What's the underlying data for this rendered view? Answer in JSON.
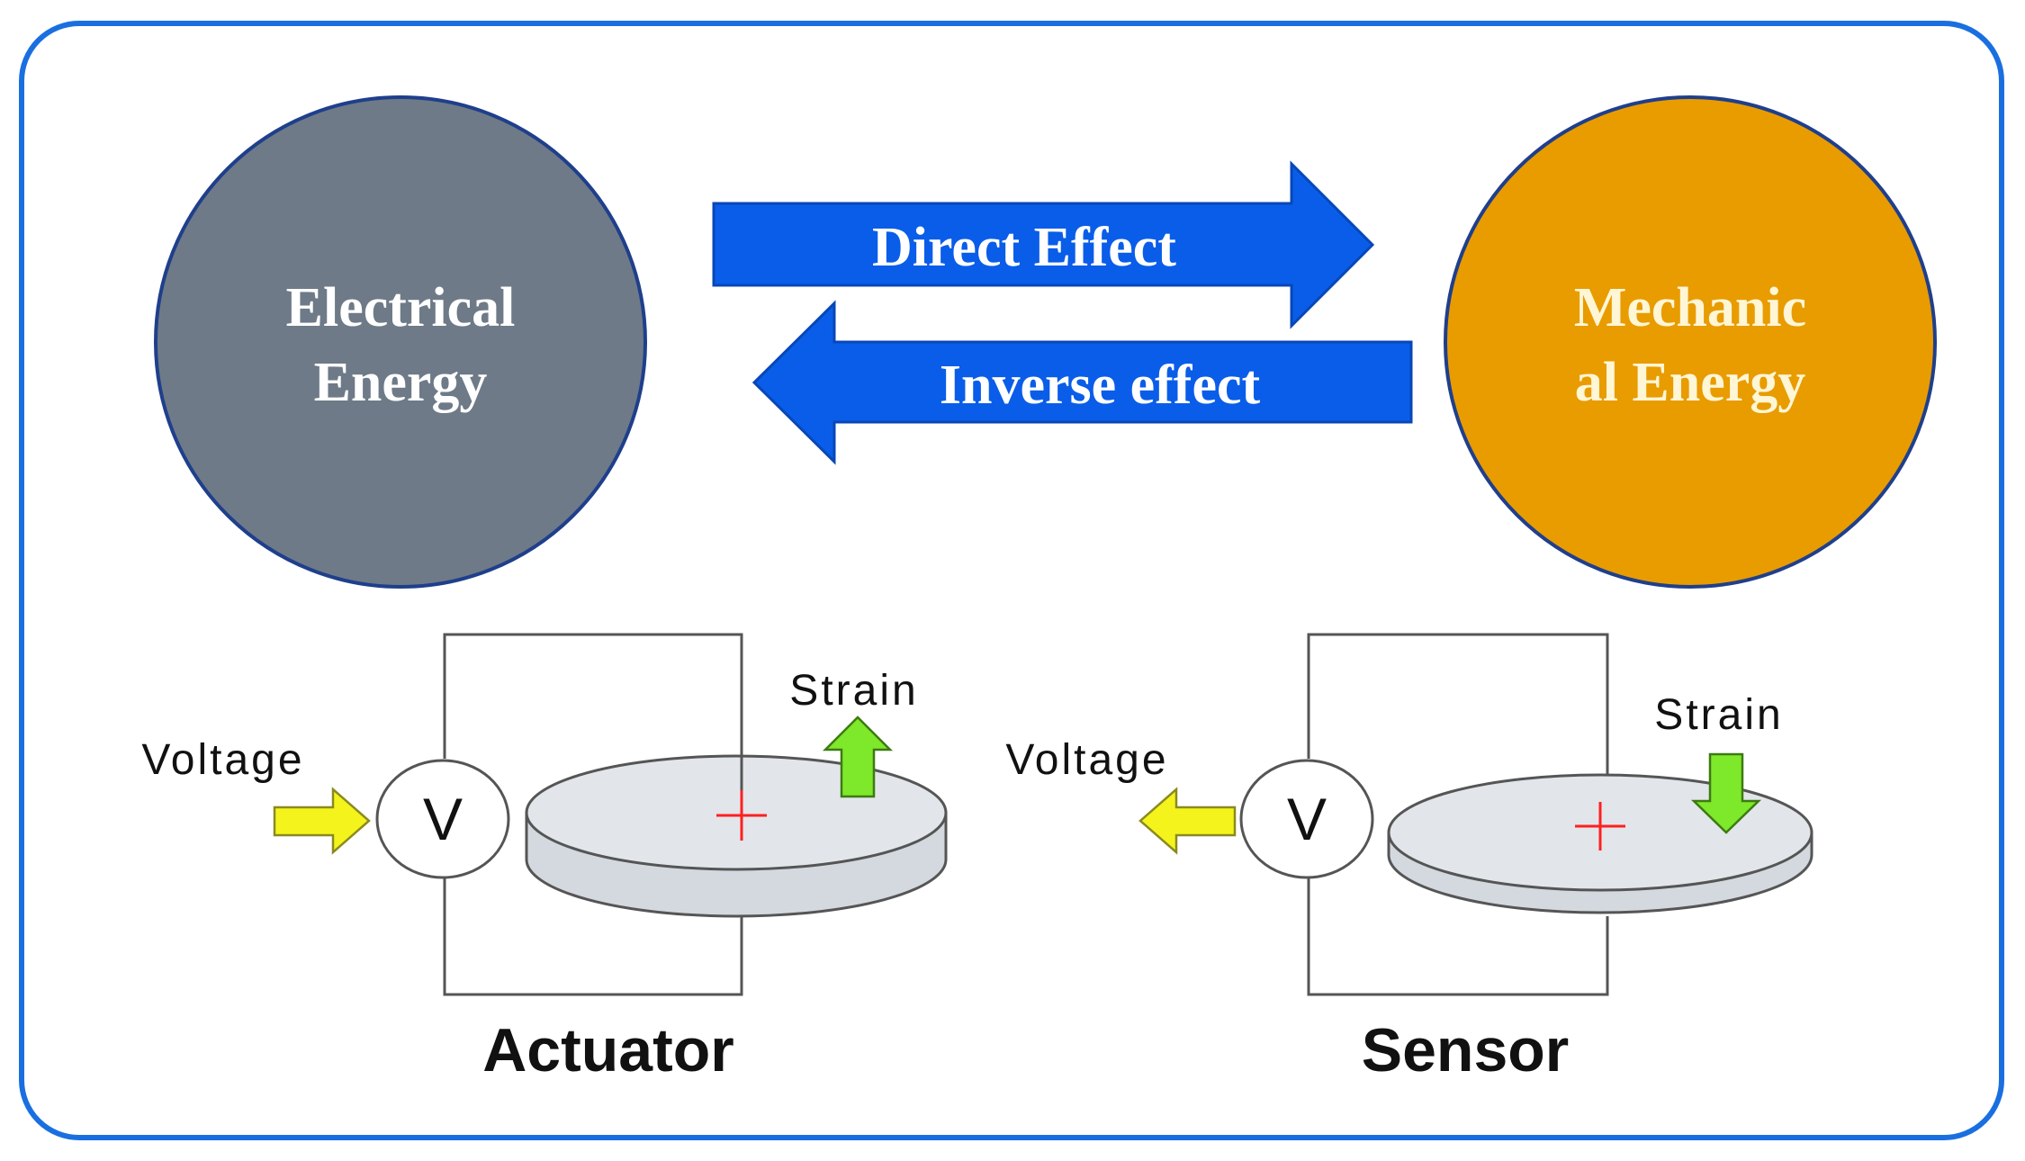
{
  "colors": {
    "frame": "#1a6fe0",
    "arrow_blue": "#0a5de8",
    "electrical_fill": "#6e7a87",
    "mechanical_fill": "#e89c00",
    "circle_stroke": "#1f3f8c",
    "disk_fill": "#d8dde3",
    "strain_green": "#7ee82a",
    "voltage_yellow": "#f4f41c",
    "cross_red": "#ff2020"
  },
  "energy": {
    "electrical": {
      "line1": "Electrical",
      "line2": "Energy"
    },
    "mechanical": {
      "line1": "Mechanic",
      "line2": "al Energy"
    }
  },
  "arrows": {
    "direct": "Direct Effect",
    "inverse": "Inverse effect"
  },
  "actuator": {
    "title": "Actuator",
    "voltage_label": "Voltage",
    "meter_symbol": "V",
    "strain_label": "Strain"
  },
  "sensor": {
    "title": "Sensor",
    "voltage_label": "Voltage",
    "meter_symbol": "V",
    "strain_label": "Strain"
  }
}
